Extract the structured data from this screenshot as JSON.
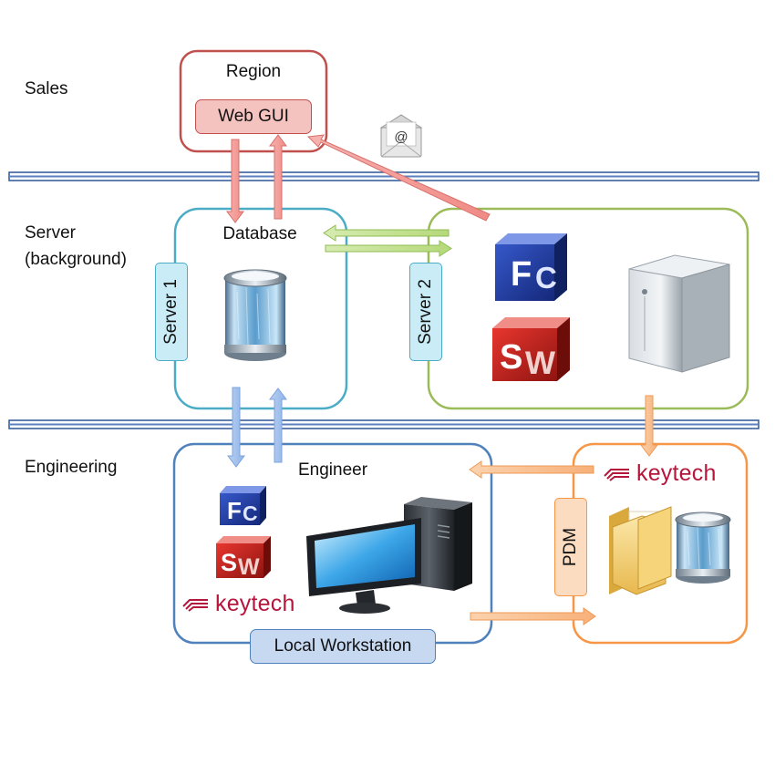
{
  "lanes": {
    "sales": "Sales",
    "server": "Server\n(background)",
    "engineering": "Engineering"
  },
  "region": {
    "title": "Region",
    "web_gui": "Web GUI"
  },
  "database": {
    "title": "Database",
    "server1": "Server 1"
  },
  "server2": {
    "label": "Server 2"
  },
  "engineer": {
    "title": "Engineer",
    "workstation": "Local Workstation"
  },
  "pdm": {
    "label": "PDM"
  },
  "brand": {
    "keytech": "keytech"
  },
  "cad": {
    "fc_letter_1": "F",
    "fc_letter_2": "C",
    "sw_letter_1": "S",
    "sw_letter_2": "W"
  },
  "email_icon_text": "@",
  "colors": {
    "region": "#c0504d",
    "region_fill": "#f2c8c6",
    "server_blue": "#4bacc6",
    "server_fill": "#c9ecf7",
    "server2_green": "#9bbb59",
    "engineering_blue": "#4f81bd",
    "workstation_fill": "#c7d8f1",
    "pdm_orange": "#f79646",
    "pdm_fill": "#fcdcc0",
    "divider": "#2f5597",
    "keytech": "#b5163b"
  }
}
